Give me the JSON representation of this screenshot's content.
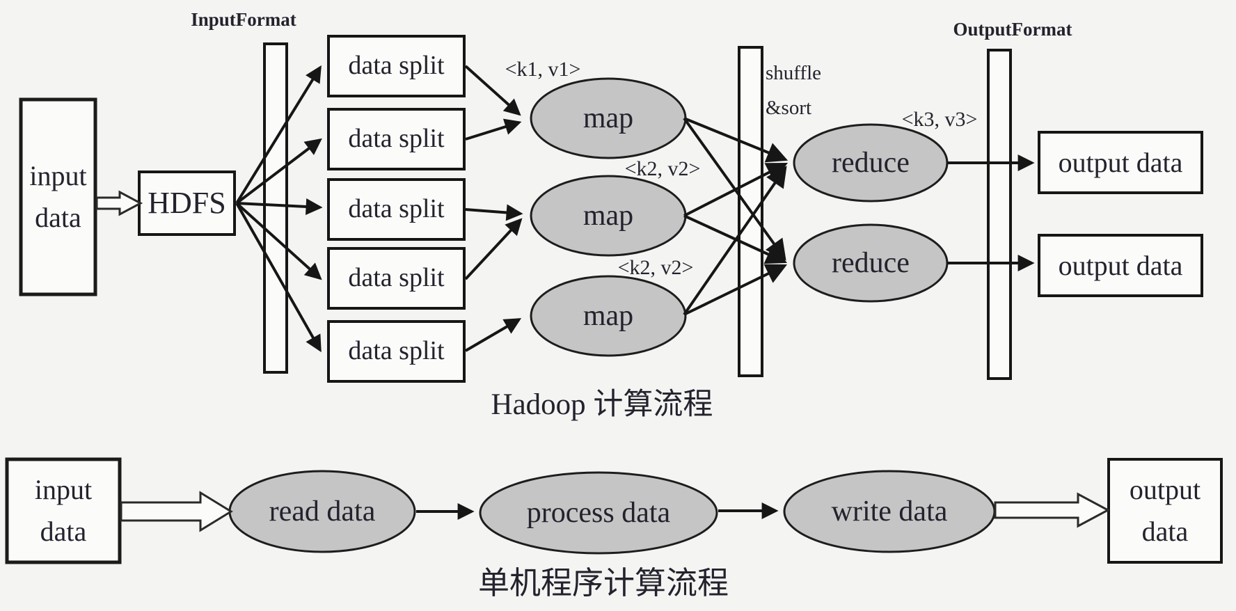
{
  "hadoop_flow": {
    "title": "Hadoop 计算流程",
    "input_format_label": "InputFormat",
    "output_format_label": "OutputFormat",
    "shuffle_label": "shuffle\n&sort",
    "input_box": "input\ndata",
    "hdfs_box": "HDFS",
    "data_splits": [
      "data split",
      "data split",
      "data split",
      "data split",
      "data split"
    ],
    "map_nodes": [
      "map",
      "map",
      "map"
    ],
    "reduce_nodes": [
      "reduce",
      "reduce"
    ],
    "output_boxes": [
      "output data",
      "output data"
    ],
    "kv_labels": {
      "k1v1": "<k1, v1>",
      "k2v2_a": "<k2, v2>",
      "k2v2_b": "<k2, v2>",
      "k3v3": "<k3, v3>"
    }
  },
  "single_machine_flow": {
    "title": "单机程序计算流程",
    "input_box": "input\ndata",
    "steps": [
      "read data",
      "process data",
      "write data"
    ],
    "output_box": "output\ndata"
  },
  "colors": {
    "background": "#f4f4f2",
    "node_fill": "#fbfbf9",
    "ellipse_fill": "#c5c5c5",
    "ink": "#161616",
    "text": "#23232e"
  }
}
